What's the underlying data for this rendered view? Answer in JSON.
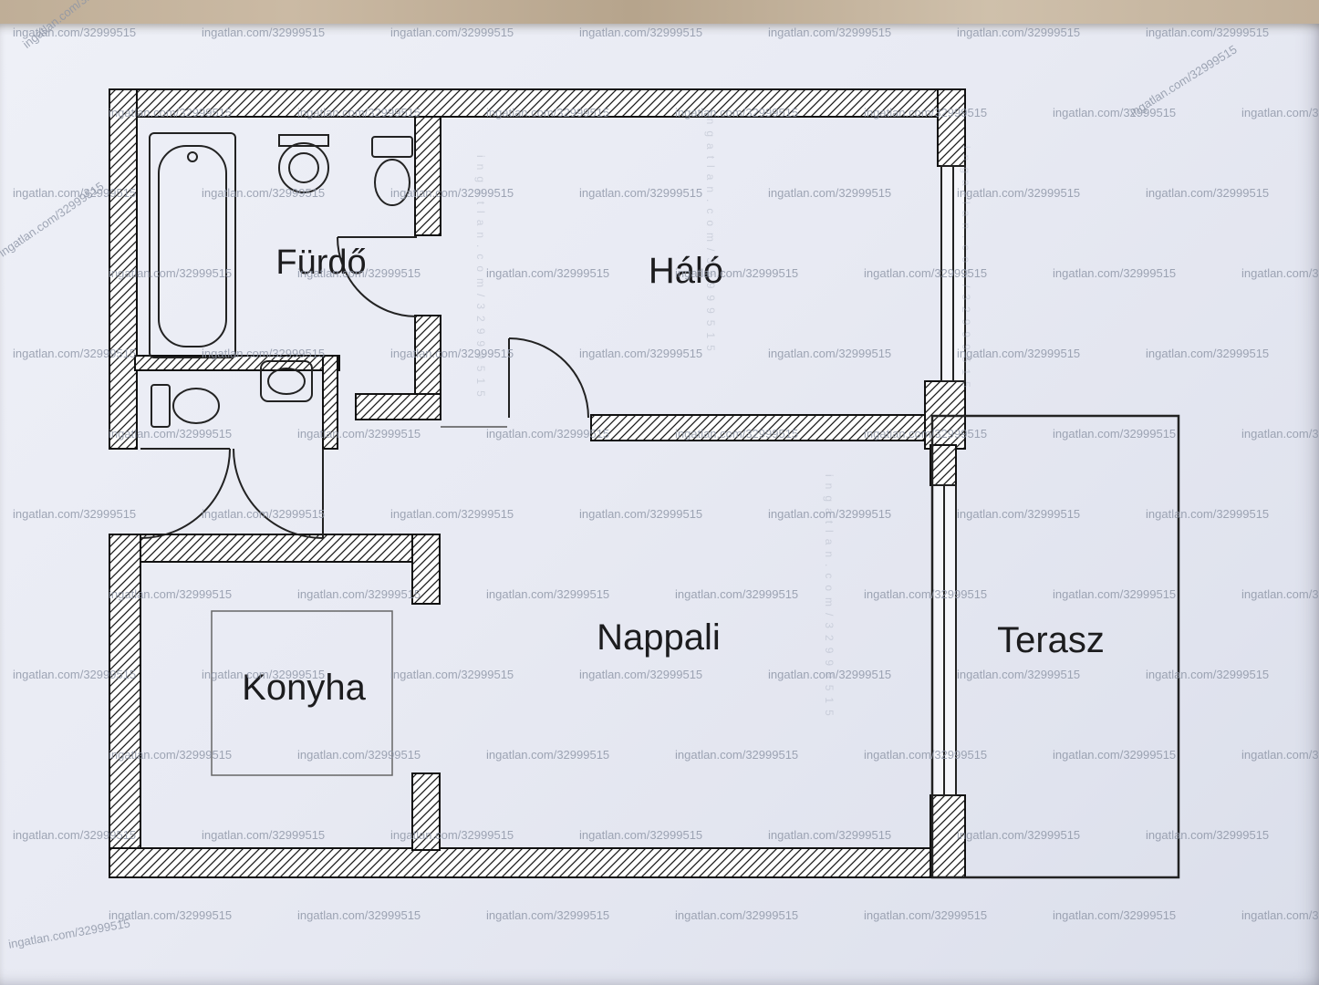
{
  "watermark": {
    "text": "ingatlan.com/32999515"
  },
  "rooms": {
    "bathroom": {
      "label": "Fürdő"
    },
    "bedroom": {
      "label": "Háló"
    },
    "living_room": {
      "label": "Nappali"
    },
    "kitchen": {
      "label": "Konyha"
    },
    "terrace": {
      "label": "Terasz"
    }
  },
  "colors": {
    "paper": "#e9ebf4",
    "wall_line": "#111111",
    "watermark_text": "#8d95a6",
    "table_surface": "#c3b19c"
  }
}
